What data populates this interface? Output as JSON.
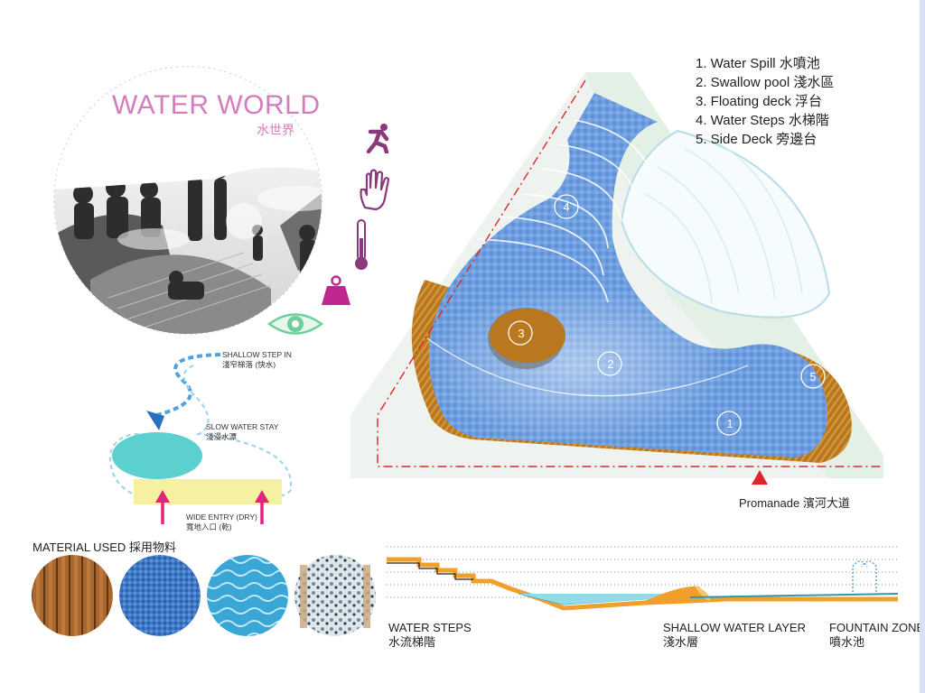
{
  "header": {
    "title_en": "WATER WORLD",
    "title_zh": "水世界"
  },
  "legend": {
    "items": [
      "1. Water Spill 水噴池",
      "2. Swallow pool 淺水區",
      "3. Floating deck 浮台",
      "4. Water Steps 水梯階",
      "5. Side Deck 旁邊台"
    ]
  },
  "plan": {
    "markers": [
      "1",
      "2",
      "3",
      "4",
      "5"
    ],
    "promenade_label": "Promanade 濱河大道"
  },
  "flow_diagram": {
    "step_in_en": "SHALLOW STEP IN",
    "step_in_zh": "淺窄梯落 (快水)",
    "slow_stay_en": "SLOW WATER STAY",
    "slow_stay_zh": "淺漫水潭",
    "wide_entry_en": "WIDE ENTRY (DRY)",
    "wide_entry_zh": "寬地入口 (乾)"
  },
  "materials": {
    "title": "MATERIAL USED 採用物料",
    "swatches": [
      "wood-deck-icon",
      "blue-mosaic-icon",
      "water-surface-icon",
      "pebble-terrazzo-icon"
    ]
  },
  "section": {
    "water_steps_en": "WATER STEPS",
    "water_steps_zh": "水流梯階",
    "shallow_en": "SHALLOW WATER LAYER",
    "shallow_zh": "淺水層",
    "fountain_en": "FOUNTAIN ZONE",
    "fountain_zh": "噴水池"
  },
  "icons": [
    "running-person-icon",
    "hand-icon",
    "thermometer-icon",
    "weight-icon",
    "eye-icon"
  ],
  "colors": {
    "accent_pink": "#d77bbf",
    "icon_purple": "#8a3a7a",
    "magenta": "#c0288f",
    "pool_blue": "#5b8fd6",
    "deck_brown": "#b9781f",
    "mint_green": "#6ecf9a",
    "flow_blue": "#4fa3e0",
    "entry_yellow": "#f6f1a0",
    "section_orange": "#f0a02a",
    "red_marker": "#e0252a"
  }
}
